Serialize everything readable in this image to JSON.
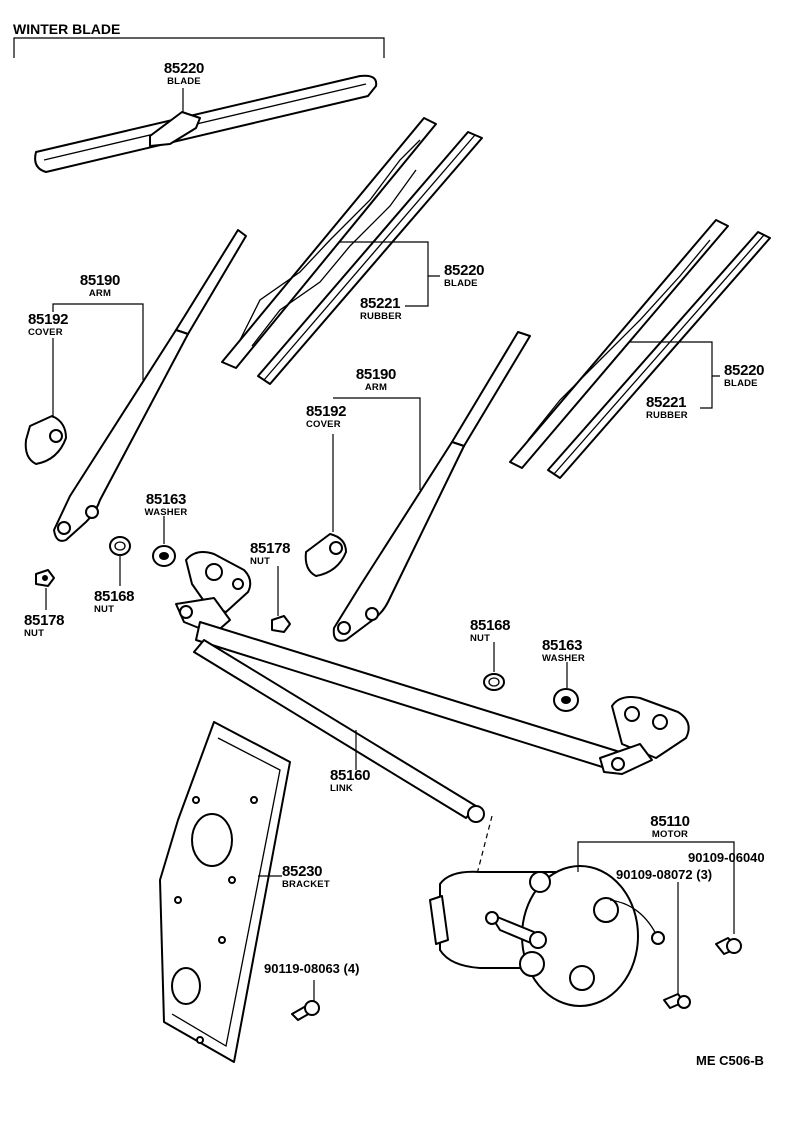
{
  "section_title": "WINTER BLADE",
  "diagram_code": "ME C506-B",
  "callouts": {
    "winter_blade": {
      "number": "85220",
      "name": "BLADE"
    },
    "arm_left": {
      "number": "85190",
      "name": "ARM"
    },
    "cover_left": {
      "number": "85192",
      "name": "COVER"
    },
    "blade_left": {
      "number": "85220",
      "name": "BLADE"
    },
    "rubber_left": {
      "number": "85221",
      "name": "RUBBER"
    },
    "arm_right": {
      "number": "85190",
      "name": "ARM"
    },
    "cover_right": {
      "number": "85192",
      "name": "COVER"
    },
    "blade_right": {
      "number": "85220",
      "name": "BLADE"
    },
    "rubber_right": {
      "number": "85221",
      "name": "RUBBER"
    },
    "washer_left": {
      "number": "85163",
      "name": "WASHER"
    },
    "nut_center": {
      "number": "85178",
      "name": "NUT"
    },
    "nut_168_left": {
      "number": "85168",
      "name": "NUT"
    },
    "nut_178_left": {
      "number": "85178",
      "name": "NUT"
    },
    "nut_168_right": {
      "number": "85168",
      "name": "NUT"
    },
    "washer_right": {
      "number": "85163",
      "name": "WASHER"
    },
    "link": {
      "number": "85160",
      "name": "LINK"
    },
    "motor": {
      "number": "85110",
      "name": "MOTOR"
    },
    "bolt_motor_1": {
      "number": "90109-06040"
    },
    "bolt_motor_2": {
      "number": "90109-08072 (3)"
    },
    "bracket": {
      "number": "85230",
      "name": "BRACKET"
    },
    "bolt_bracket": {
      "number": "90119-08063 (4)"
    }
  }
}
